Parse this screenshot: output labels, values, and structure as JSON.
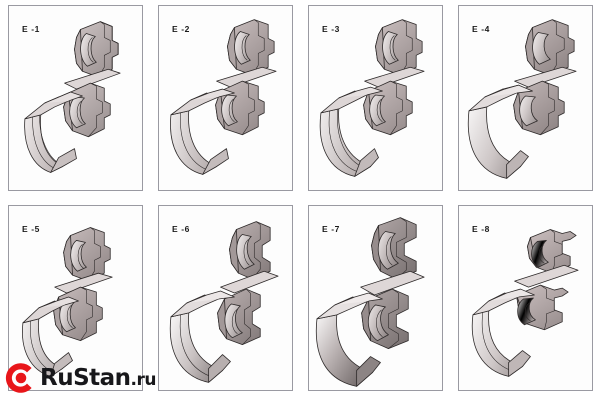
{
  "document": {
    "type": "technical-illustration-sheet",
    "layout": {
      "rows": 2,
      "columns": 4,
      "panel_count": 8
    },
    "background_color": "#ffffff",
    "panel_border_color": "#9a9aa2",
    "panel_fill_color": "#fdfdfd"
  },
  "panels": [
    {
      "label": "E -1",
      "name": "figure-e-1",
      "row": 1,
      "column": 1
    },
    {
      "label": "E -2",
      "name": "figure-e-2",
      "row": 1,
      "column": 2
    },
    {
      "label": "E -3",
      "name": "figure-e-3",
      "row": 1,
      "column": 3
    },
    {
      "label": "E -4",
      "name": "figure-e-4",
      "row": 1,
      "column": 4
    },
    {
      "label": "E -5",
      "name": "figure-e-5",
      "row": 2,
      "column": 1
    },
    {
      "label": "E -6",
      "name": "figure-e-6",
      "row": 2,
      "column": 2
    },
    {
      "label": "E -7",
      "name": "figure-e-7",
      "row": 2,
      "column": 3
    },
    {
      "label": "E -8",
      "name": "figure-e-8",
      "row": 2,
      "column": 4
    }
  ],
  "watermark": {
    "brand_name": "RuStan",
    "brand_tld": ".ru",
    "icon": "c-ring-logo-icon",
    "icon_color": "#e8161a",
    "text_color": "#17171a"
  },
  "art_palette": {
    "metal_light": "#ebe8e8",
    "metal_mid": "#cdc7c7",
    "metal_dark": "#a79f9f",
    "metal_darkest": "#807878",
    "metal_warm": "#c9bcbc",
    "outline": "#2e2a2a"
  }
}
